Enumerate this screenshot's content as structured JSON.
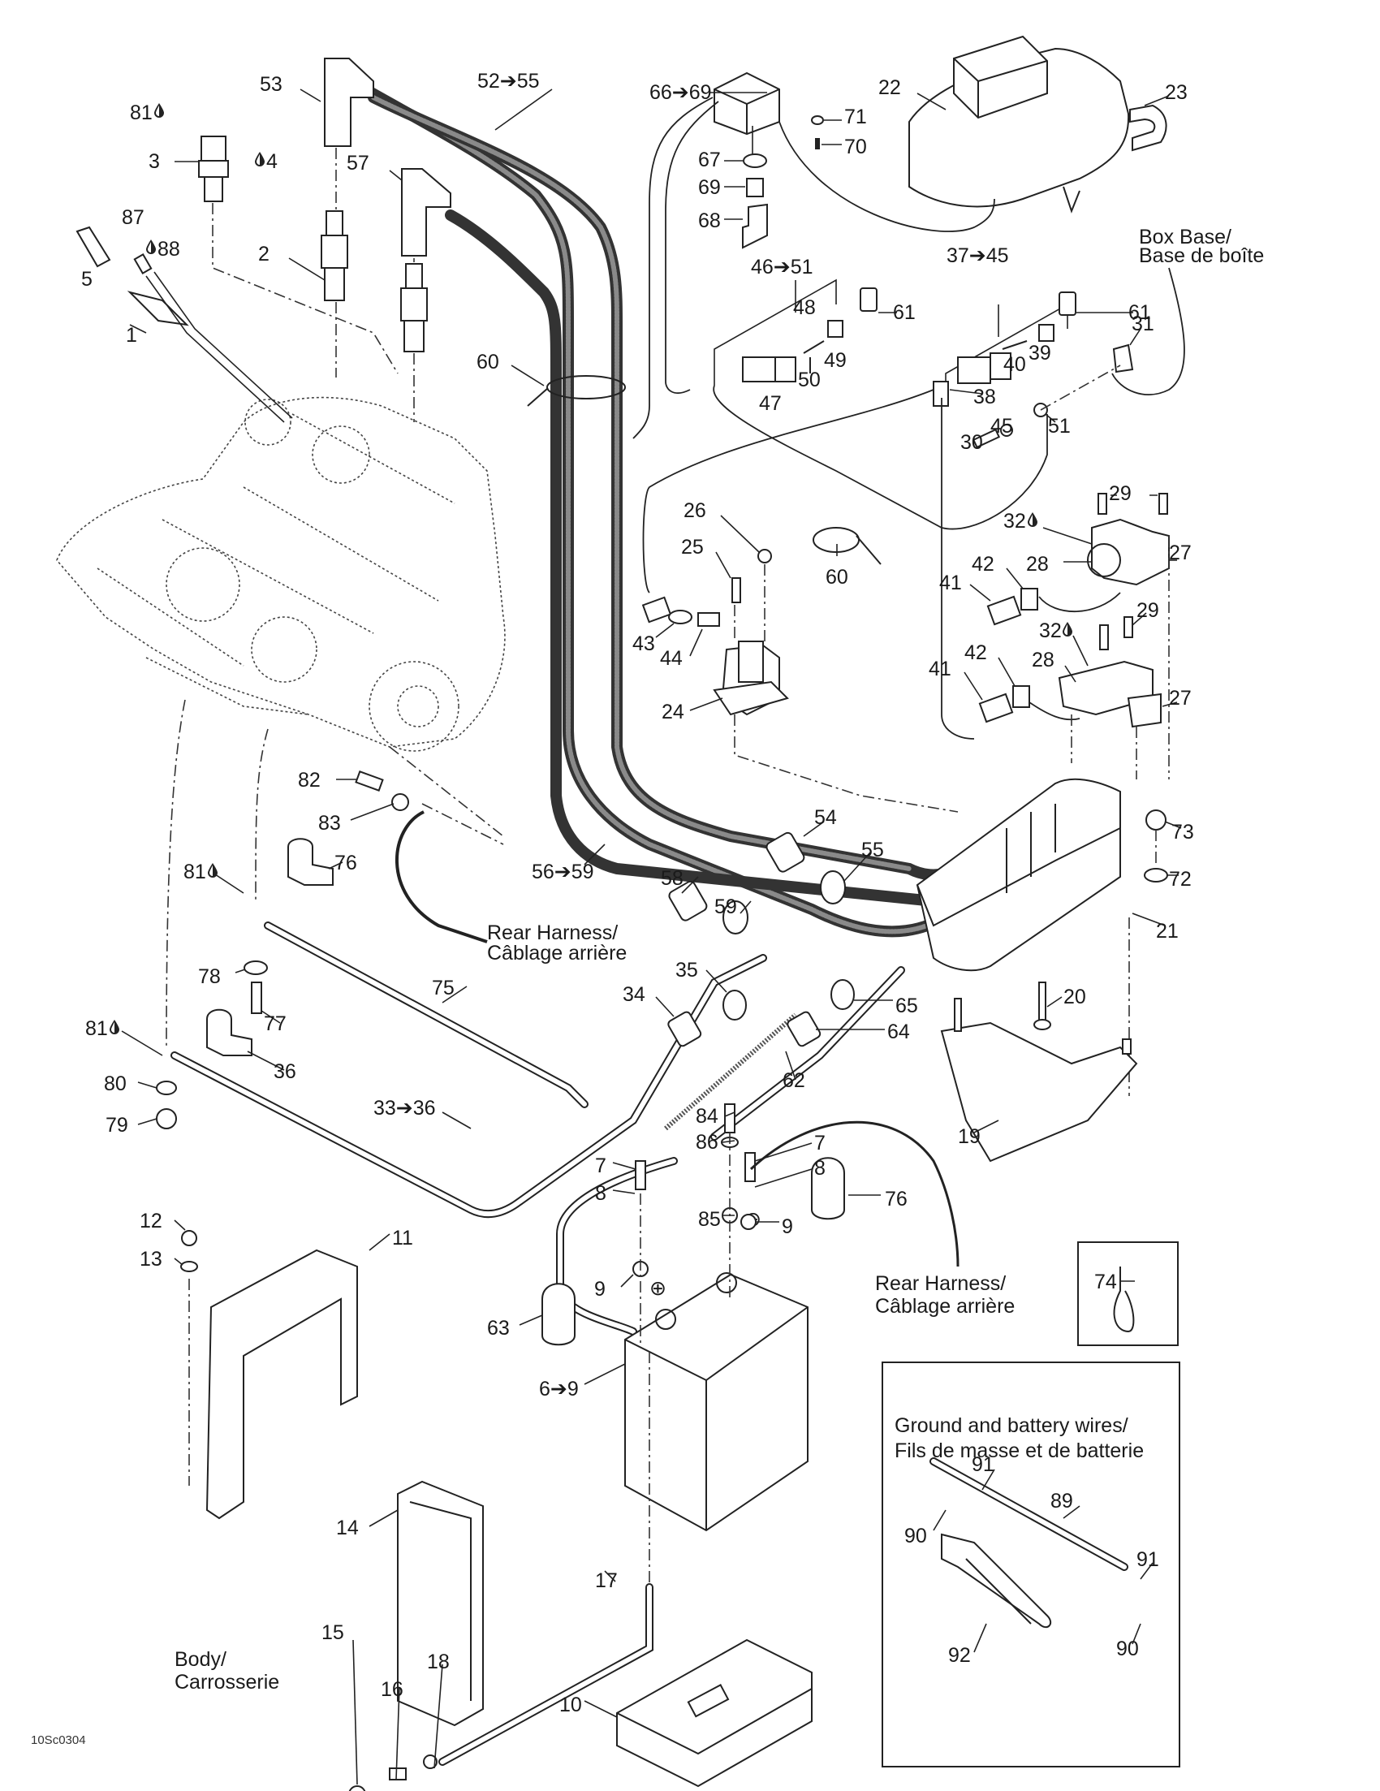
{
  "diagram": {
    "type": "exploded parts diagram",
    "subject": "Electrical system — engine, ignition, fuse box, cables and battery",
    "figure_code": "10Sc0304",
    "callouts": [
      {
        "id": "c53",
        "text": "53"
      },
      {
        "id": "c52-55",
        "text": "52➔55"
      },
      {
        "id": "c66-69",
        "text": "66➔69"
      },
      {
        "id": "c22",
        "text": "22"
      },
      {
        "id": "c23",
        "text": "23"
      },
      {
        "id": "c81a",
        "text": "81",
        "symbol": "drop-icon"
      },
      {
        "id": "c3",
        "text": "3"
      },
      {
        "id": "c4",
        "text": "4",
        "symbol": "drop-icon"
      },
      {
        "id": "c57",
        "text": "57"
      },
      {
        "id": "c71",
        "text": "71"
      },
      {
        "id": "c70",
        "text": "70"
      },
      {
        "id": "c67",
        "text": "67"
      },
      {
        "id": "c69",
        "text": "69"
      },
      {
        "id": "c68",
        "text": "68"
      },
      {
        "id": "c87",
        "text": "87"
      },
      {
        "id": "c88",
        "text": "88",
        "symbol": "drop-icon"
      },
      {
        "id": "c5",
        "text": "5"
      },
      {
        "id": "c2",
        "text": "2"
      },
      {
        "id": "c46-51",
        "text": "46➔51"
      },
      {
        "id": "c37-45",
        "text": "37➔45"
      },
      {
        "id": "c48",
        "text": "48"
      },
      {
        "id": "c61a",
        "text": "61"
      },
      {
        "id": "c61b",
        "text": "61"
      },
      {
        "id": "c31",
        "text": "31"
      },
      {
        "id": "c1",
        "text": "1"
      },
      {
        "id": "c49",
        "text": "49"
      },
      {
        "id": "c39",
        "text": "39"
      },
      {
        "id": "c40",
        "text": "40"
      },
      {
        "id": "c50",
        "text": "50"
      },
      {
        "id": "c60a",
        "text": "60"
      },
      {
        "id": "c47",
        "text": "47"
      },
      {
        "id": "c38",
        "text": "38"
      },
      {
        "id": "c51",
        "text": "51"
      },
      {
        "id": "c30",
        "text": "30"
      },
      {
        "id": "c45",
        "text": "45"
      },
      {
        "id": "c29a",
        "text": "29"
      },
      {
        "id": "c32a",
        "text": "32",
        "symbol": "drop-icon"
      },
      {
        "id": "c26",
        "text": "26"
      },
      {
        "id": "c28a",
        "text": "28"
      },
      {
        "id": "c27a",
        "text": "27"
      },
      {
        "id": "c60b",
        "text": "60"
      },
      {
        "id": "c42a",
        "text": "42"
      },
      {
        "id": "c41a",
        "text": "41"
      },
      {
        "id": "c25",
        "text": "25"
      },
      {
        "id": "c29b",
        "text": "29"
      },
      {
        "id": "c32b",
        "text": "32",
        "symbol": "drop-icon"
      },
      {
        "id": "c43",
        "text": "43"
      },
      {
        "id": "c44",
        "text": "44"
      },
      {
        "id": "c42b",
        "text": "42"
      },
      {
        "id": "c28b",
        "text": "28"
      },
      {
        "id": "c41b",
        "text": "41"
      },
      {
        "id": "c27b",
        "text": "27"
      },
      {
        "id": "c24",
        "text": "24"
      },
      {
        "id": "c82",
        "text": "82"
      },
      {
        "id": "c83",
        "text": "83"
      },
      {
        "id": "c73",
        "text": "73"
      },
      {
        "id": "c54",
        "text": "54"
      },
      {
        "id": "c55",
        "text": "55"
      },
      {
        "id": "c56-59",
        "text": "56➔59"
      },
      {
        "id": "c72",
        "text": "72"
      },
      {
        "id": "c81b",
        "text": "81",
        "symbol": "drop-icon"
      },
      {
        "id": "c76a",
        "text": "76"
      },
      {
        "id": "c58",
        "text": "58"
      },
      {
        "id": "c21",
        "text": "21"
      },
      {
        "id": "c59",
        "text": "59"
      },
      {
        "id": "c78",
        "text": "78"
      },
      {
        "id": "c75",
        "text": "75"
      },
      {
        "id": "c35",
        "text": "35"
      },
      {
        "id": "c34",
        "text": "34"
      },
      {
        "id": "c65",
        "text": "65"
      },
      {
        "id": "c64",
        "text": "64"
      },
      {
        "id": "c77",
        "text": "77"
      },
      {
        "id": "c20",
        "text": "20"
      },
      {
        "id": "c81c",
        "text": "81",
        "symbol": "drop-icon"
      },
      {
        "id": "c36",
        "text": "36"
      },
      {
        "id": "c62",
        "text": "62"
      },
      {
        "id": "c80",
        "text": "80"
      },
      {
        "id": "c33-36",
        "text": "33➔36"
      },
      {
        "id": "c79",
        "text": "79"
      },
      {
        "id": "c19",
        "text": "19"
      },
      {
        "id": "c84",
        "text": "84"
      },
      {
        "id": "c86",
        "text": "86"
      },
      {
        "id": "c7a",
        "text": "7"
      },
      {
        "id": "c7b",
        "text": "7"
      },
      {
        "id": "c8a",
        "text": "8"
      },
      {
        "id": "c8b",
        "text": "8"
      },
      {
        "id": "c76b",
        "text": "76"
      },
      {
        "id": "c12",
        "text": "12"
      },
      {
        "id": "c11",
        "text": "11"
      },
      {
        "id": "c85",
        "text": "85"
      },
      {
        "id": "c9a",
        "text": "9"
      },
      {
        "id": "c13",
        "text": "13"
      },
      {
        "id": "c9b",
        "text": "9"
      },
      {
        "id": "c74",
        "text": "74"
      },
      {
        "id": "c63",
        "text": "63"
      },
      {
        "id": "c6-9",
        "text": "6➔9"
      },
      {
        "id": "c91a",
        "text": "91"
      },
      {
        "id": "c89",
        "text": "89"
      },
      {
        "id": "c90a",
        "text": "90"
      },
      {
        "id": "c14",
        "text": "14"
      },
      {
        "id": "c91b",
        "text": "91"
      },
      {
        "id": "c17",
        "text": "17"
      },
      {
        "id": "c92",
        "text": "92"
      },
      {
        "id": "c90b",
        "text": "90"
      },
      {
        "id": "c15",
        "text": "15"
      },
      {
        "id": "c18",
        "text": "18"
      },
      {
        "id": "c10",
        "text": "10"
      },
      {
        "id": "c16",
        "text": "16"
      }
    ],
    "notes": {
      "box_base_line1": "Box Base/",
      "box_base_line2": "Base de boîte",
      "rear_harness_a_line1": "Rear Harness/",
      "rear_harness_a_line2": "Câblage arrière",
      "rear_harness_b_line1": "Rear Harness/",
      "rear_harness_b_line2": "Câblage arrière",
      "body_line1": "Body/",
      "body_line2": "Carrosserie",
      "ground_box_line1": "Ground and battery wires/",
      "ground_box_line2": "Fils de masse et de batterie"
    },
    "battery_terminals": {
      "positive": "⊕",
      "negative": "⊖"
    }
  }
}
